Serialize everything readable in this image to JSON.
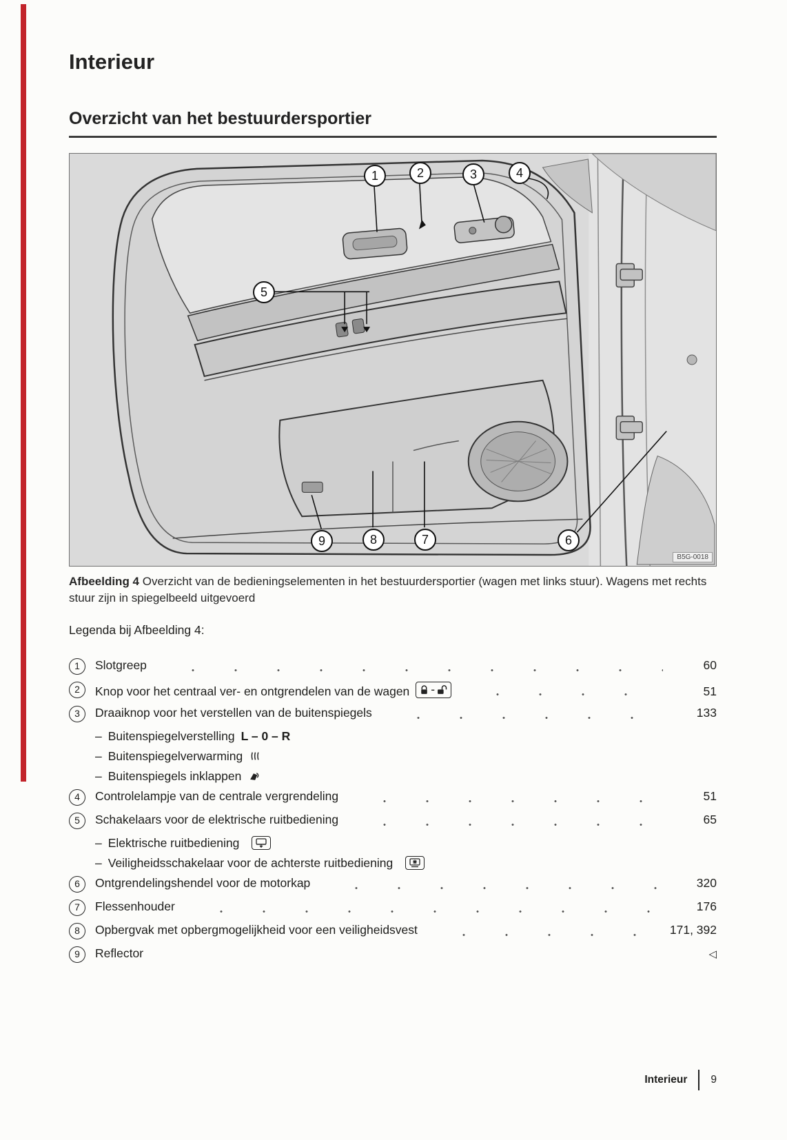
{
  "page": {
    "title": "Interieur",
    "section_title": "Overzicht van het bestuurdersportier",
    "sub_marker": "–",
    "footer": {
      "section": "Interieur",
      "page_number": "9"
    }
  },
  "figure": {
    "callouts": [
      "1",
      "2",
      "3",
      "4",
      "5",
      "6",
      "7",
      "8",
      "9"
    ],
    "image_code": "B5G-0018",
    "caption_label": "Afbeelding 4",
    "caption_text": "Overzicht van de bedieningselementen in het bestuurdersportier (wagen met links stuur). Wagens met rechts stuur zijn in spiegelbeeld uitgevoerd",
    "legend_intro": "Legenda bij Afbeelding 4:"
  },
  "icons": {
    "lock_box_separator": "-"
  },
  "legend": [
    {
      "num": "1",
      "text": "Slotgreep",
      "page": "60"
    },
    {
      "num": "2",
      "text": "Knop voor het centraal ver- en ontgrendelen van de wagen",
      "icon": "lock-unlock",
      "page": "51"
    },
    {
      "num": "3",
      "text": "Draaiknop voor het verstellen van de buitenspiegels",
      "page": "133",
      "subs": [
        {
          "text": "Buitenspiegelverstelling",
          "suffix": "L – 0 – R"
        },
        {
          "text": "Buitenspiegelverwarming",
          "icon": "mirror-heating"
        },
        {
          "text": "Buitenspiegels inklappen",
          "icon": "mirror-fold"
        }
      ]
    },
    {
      "num": "4",
      "text": "Controlelampje van de centrale vergrendeling",
      "page": "51"
    },
    {
      "num": "5",
      "text": "Schakelaars voor de elektrische ruitbediening",
      "page": "65",
      "subs": [
        {
          "text": "Elektrische ruitbediening",
          "icon": "power-window"
        },
        {
          "text": "Veiligheidsschakelaar voor de achterste ruitbediening",
          "icon": "rear-window-safety"
        }
      ]
    },
    {
      "num": "6",
      "text": "Ontgrendelingshendel voor de motorkap",
      "page": "320"
    },
    {
      "num": "7",
      "text": "Flessenhouder",
      "page": "176"
    },
    {
      "num": "8",
      "text": "Opbergvak met opbergmogelijkheid voor een veiligheidsvest",
      "page": "171, 392"
    },
    {
      "num": "9",
      "text": "Reflector",
      "page": "",
      "end_marker": "◁"
    }
  ]
}
